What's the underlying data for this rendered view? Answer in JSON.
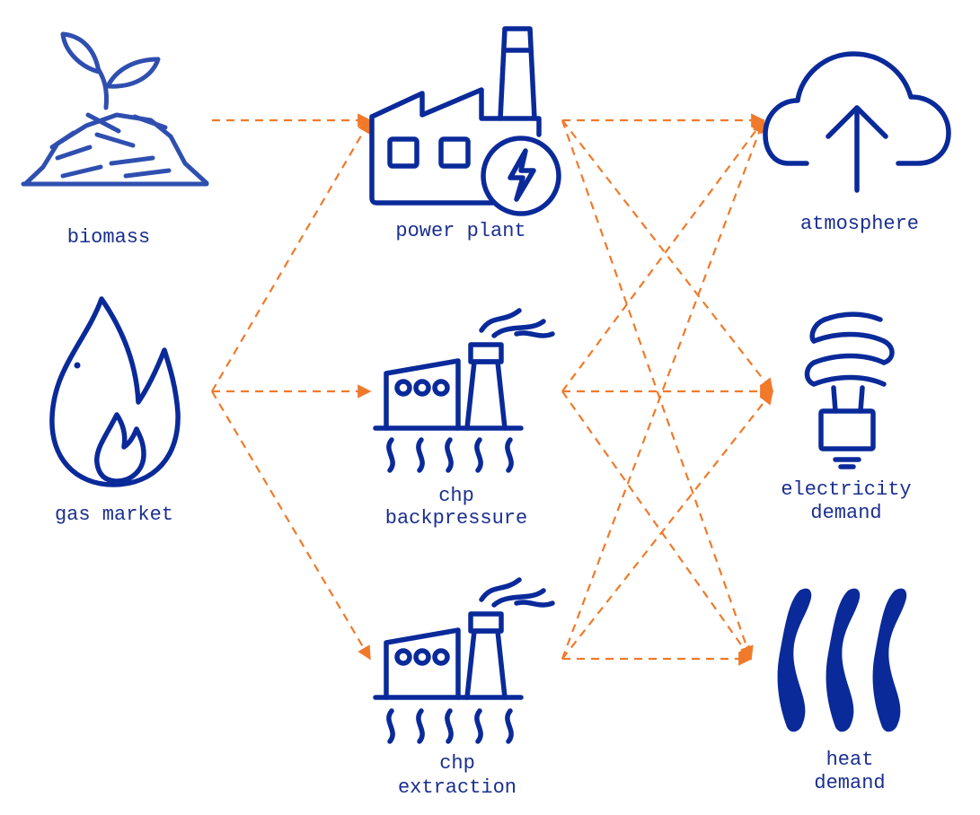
{
  "nodes": {
    "biomass": {
      "label": "biomass",
      "icon": "biomass-plant-icon"
    },
    "gas_market": {
      "label": "gas market",
      "icon": "flame-icon"
    },
    "power_plant": {
      "label": "power plant",
      "icon": "power-plant-icon"
    },
    "chp_backpressure": {
      "label_line1": "chp",
      "label_line2": "backpressure",
      "icon": "chp-factory-icon"
    },
    "chp_extraction": {
      "label_line1": "chp",
      "label_line2": "extraction",
      "icon": "chp-factory-icon"
    },
    "atmosphere": {
      "label": "atmosphere",
      "icon": "cloud-upload-icon"
    },
    "electricity_demand": {
      "label_line1": "electricity",
      "label_line2": "demand",
      "icon": "light-bulb-icon"
    },
    "heat_demand": {
      "label_line1": "heat",
      "label_line2": "demand",
      "icon": "heat-waves-icon"
    }
  },
  "edges": [
    {
      "from": "biomass",
      "to": "power_plant"
    },
    {
      "from": "gas_market",
      "to": "power_plant"
    },
    {
      "from": "gas_market",
      "to": "chp_backpressure"
    },
    {
      "from": "gas_market",
      "to": "chp_extraction"
    },
    {
      "from": "power_plant",
      "to": "atmosphere"
    },
    {
      "from": "power_plant",
      "to": "electricity_demand"
    },
    {
      "from": "power_plant",
      "to": "heat_demand"
    },
    {
      "from": "chp_backpressure",
      "to": "atmosphere"
    },
    {
      "from": "chp_backpressure",
      "to": "electricity_demand"
    },
    {
      "from": "chp_backpressure",
      "to": "heat_demand"
    },
    {
      "from": "chp_extraction",
      "to": "atmosphere"
    },
    {
      "from": "chp_extraction",
      "to": "electricity_demand"
    },
    {
      "from": "chp_extraction",
      "to": "heat_demand"
    }
  ],
  "colors": {
    "edge": "#f07a2a",
    "icon": "#0a2a9a",
    "label": "#1a2f8f"
  }
}
